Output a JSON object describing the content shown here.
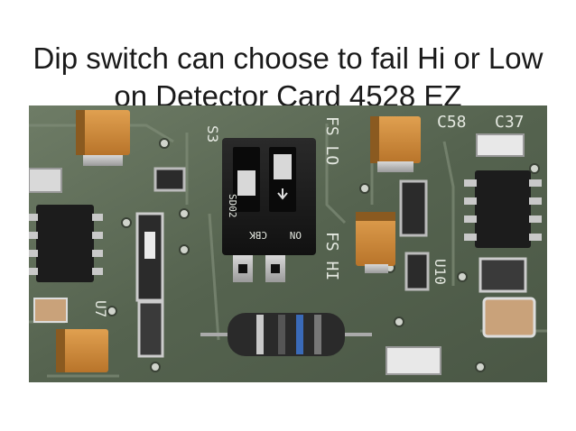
{
  "slide": {
    "title_line1": "Dip switch can choose to fail Hi or Low",
    "title_line2": "on Detector Card 4528 EZ"
  },
  "photo": {
    "board_color": "#5b6a54",
    "silkscreen_labels": {
      "s3": "S3",
      "fs_lo": "FS LO",
      "fs_hi": "FS HI",
      "c58": "C58",
      "c37": "C37",
      "u7": "U7",
      "u10": "U10",
      "sd02": "SD02",
      "cbk": "CBK",
      "on": "ON"
    }
  }
}
